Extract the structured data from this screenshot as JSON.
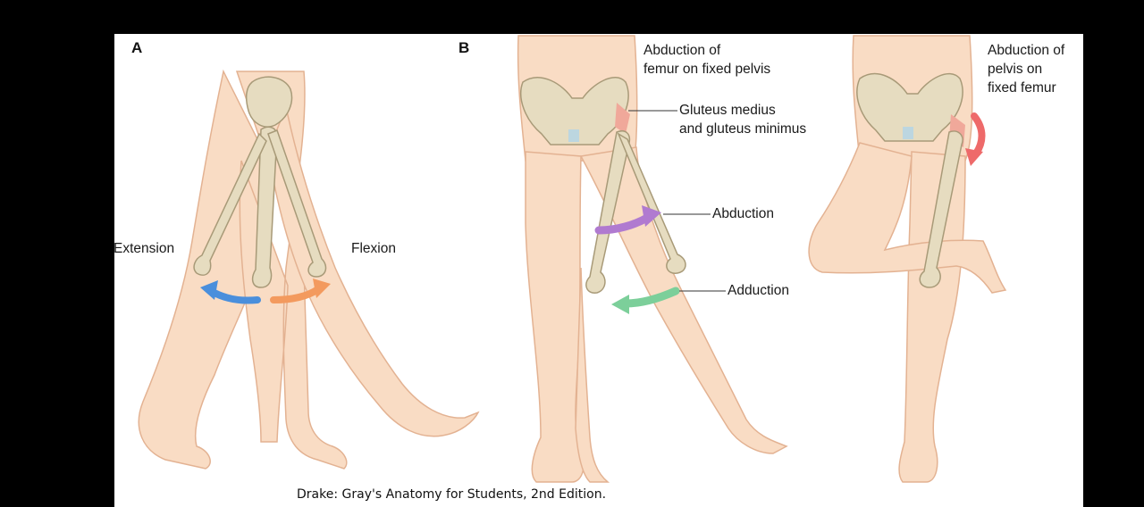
{
  "panels": {
    "a": "A",
    "b": "B"
  },
  "labels": {
    "extension": "Extension",
    "flexion": "Flexion",
    "abduction_femur_1": "Abduction of",
    "abduction_femur_2": "femur on fixed pelvis",
    "gluteus_1": "Gluteus medius",
    "gluteus_2": "and gluteus minimus",
    "abduction": "Abduction",
    "adduction": "Adduction",
    "abduction_pelvis_1": "Abduction of",
    "abduction_pelvis_2": "pelvis on",
    "abduction_pelvis_3": "fixed femur"
  },
  "credit": "Drake: Gray's Anatomy for Students, 2nd Edition.",
  "colors": {
    "skin": "#f9dcc4",
    "skin_outline": "#e3b292",
    "bone": "#e6dcc0",
    "bone_outline": "#a89a78",
    "muscle": "#f0a89a",
    "extension_arrow": "#4a8fdc",
    "flexion_arrow": "#f39a5e",
    "abduction_arrow": "#b07ad0",
    "adduction_arrow": "#7ccf9a",
    "pelvis_arrow": "#ee6a6a"
  }
}
